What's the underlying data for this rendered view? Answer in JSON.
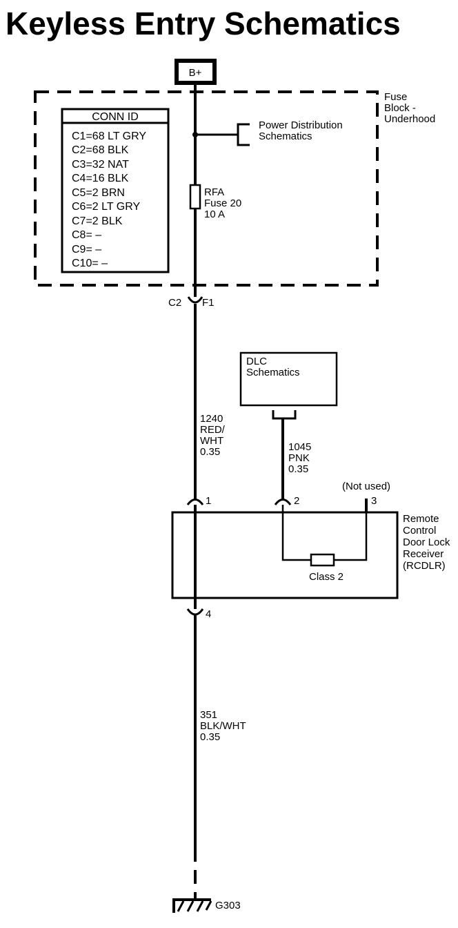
{
  "title": "Keyless Entry Schematics",
  "power": {
    "label": "B+"
  },
  "fuse_block": {
    "name_lines": [
      "Fuse",
      "Block -",
      "Underhood"
    ],
    "conn_id": {
      "header": "CONN ID",
      "rows": [
        "C1=68 LT GRY",
        "C2=68 BLK",
        "C3=32 NAT",
        "C4=16 BLK",
        "C5=2 BRN",
        "C6=2 LT GRY",
        "C7=2 BLK",
        "C8= –",
        "C9= –",
        "C10= –"
      ]
    },
    "power_distribution": [
      "Power Distribution",
      "Schematics"
    ],
    "fuse": [
      "RFA",
      "Fuse 20",
      "10 A"
    ],
    "connector_left": "C2",
    "connector_right": "F1"
  },
  "dlc": {
    "lines": [
      "DLC",
      "Schematics"
    ]
  },
  "wires": {
    "w1240": [
      "1240",
      "RED/",
      "WHT",
      "0.35"
    ],
    "w1045": [
      "1045",
      "PNK",
      "0.35"
    ],
    "w351": [
      "351",
      "BLK/WHT",
      "0.35"
    ]
  },
  "rcdlr": {
    "name_lines": [
      "Remote",
      "Control",
      "Door Lock",
      "Receiver",
      "(RCDLR)"
    ],
    "pins": {
      "p1": "1",
      "p2": "2",
      "p3": "3",
      "p4": "4"
    },
    "not_used": "(Not used)",
    "class2": "Class 2"
  },
  "ground": {
    "label": "G303"
  }
}
